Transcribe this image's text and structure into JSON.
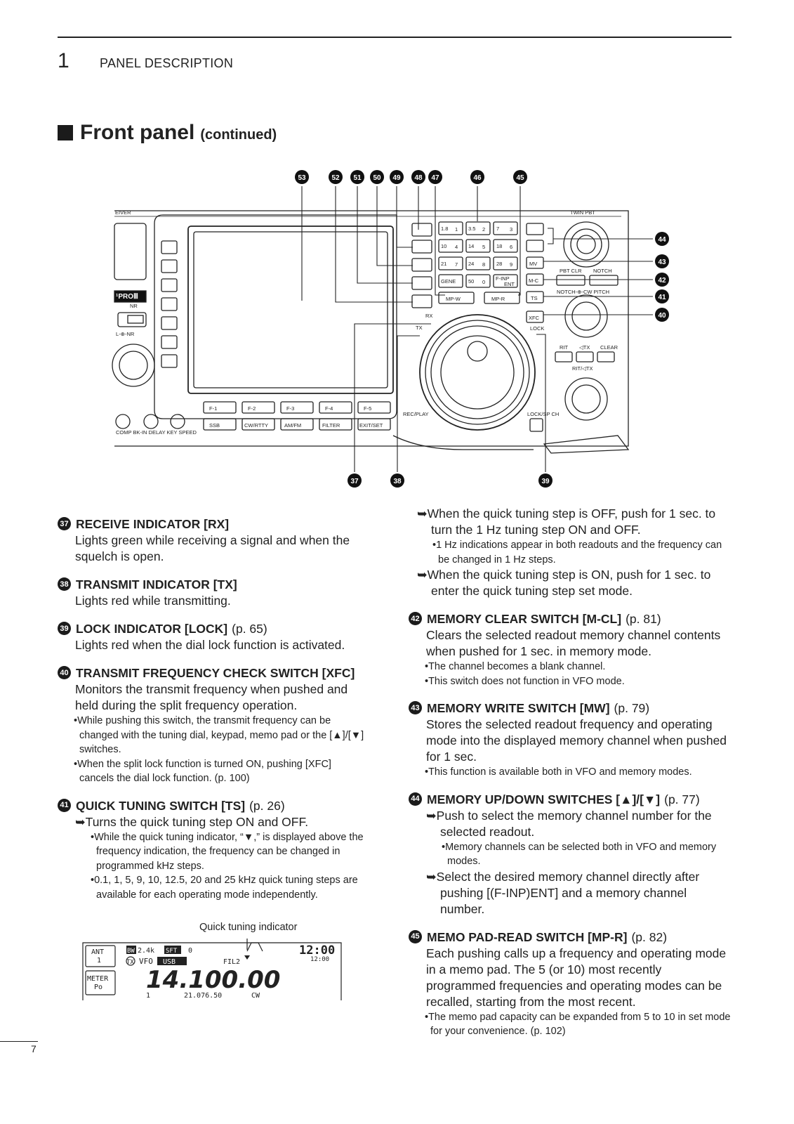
{
  "header": {
    "chapter_number": "1",
    "chapter_title": "PANEL DESCRIPTION"
  },
  "section": {
    "title": "Front panel",
    "subtitle": "(continued)"
  },
  "diagram": {
    "callouts_top": [
      "53",
      "52",
      "51",
      "50",
      "49",
      "48",
      "47",
      "46",
      "45"
    ],
    "callouts_right": [
      "44",
      "43",
      "42",
      "41",
      "40"
    ],
    "callouts_bottom": [
      "37",
      "38",
      "39"
    ],
    "labels": {
      "brand_fragment": "EIVER",
      "twin_pbt": "TWIN PBT",
      "pbt_clr": "PBT CLR",
      "notch": "NOTCH",
      "notch_cw": "NOTCH-⊕-CW PITCH",
      "lock": "LOCK",
      "rit": "RIT",
      "dtx": "◁TX",
      "clear": "CLEAR",
      "rit_dtx": "RIT/◁TX",
      "rx": "RX",
      "tx": "TX",
      "rec_play": "REC/PLAY",
      "lock_spch": "LOCK/SP CH",
      "comp_row": "COMP  BK-IN DELAY KEY SPEED",
      "nr": "NR",
      "nr_knob": "L-⊕-NR",
      "model": "¹PROⅢ",
      "mp_w": "MP-W",
      "mp_r": "MP-R",
      "mv": "MV",
      "mcl": "M-C",
      "ts": "TS",
      "xfc": "XFC",
      "fkeys": [
        "F-1",
        "F-2",
        "F-3",
        "F-4",
        "F-5"
      ],
      "modes": [
        "SSB",
        "CW/RTTY",
        "AM/FM",
        "FILTER",
        "EXIT/SET"
      ],
      "keypad": [
        "1.8",
        "1",
        "3.5",
        "2",
        "7",
        "3",
        "10",
        "4",
        "14",
        "5",
        "18",
        "6",
        "21",
        "7",
        "24",
        "8",
        "28",
        "9",
        "GENE",
        "50",
        "0",
        "F-INP",
        "ENT"
      ]
    }
  },
  "items_left": [
    {
      "num": "37",
      "title": "RECEIVE INDICATOR [RX]",
      "body": "Lights green while receiving a signal and when the squelch is open."
    },
    {
      "num": "38",
      "title": "TRANSMIT INDICATOR [TX]",
      "body": "Lights red while transmitting."
    },
    {
      "num": "39",
      "title": "LOCK INDICATOR [LOCK]",
      "page": "(p. 65)",
      "body": "Lights red when the dial lock function is activated."
    },
    {
      "num": "40",
      "title": "TRANSMIT FREQUENCY CHECK SWITCH [XFC]",
      "body": "Monitors the transmit frequency when pushed and held during the split frequency operation.",
      "bullets": [
        "•While pushing this switch, the transmit frequency can be changed with the tuning dial, keypad, memo pad or the [▲]/[▼] switches.",
        "•When the split lock function is turned ON, pushing [XFC] cancels the dial lock function. (p. 100)"
      ]
    },
    {
      "num": "41",
      "title": "QUICK TUNING SWITCH [TS]",
      "page": "(p. 26)",
      "arrow": "➥Turns the quick tuning step ON and OFF.",
      "bullets": [
        "•While the quick tuning indicator, “▼,” is displayed above the frequency indication, the frequency can be changed in programmed kHz steps.",
        "•0.1, 1, 5, 9, 10, 12.5, 20 and 25 kHz quick tuning steps are available for each operating mode independently."
      ]
    }
  ],
  "quick_tuning": {
    "label": "Quick tuning indicator",
    "ant": "ANT",
    "ant_num": "1",
    "meter": "METER",
    "meter_val": "Po",
    "bw": "BW",
    "bw_val": "2.4k",
    "sft": "SFT",
    "sft_val": "0",
    "time": "12:00",
    "time_small": "12:00",
    "tx": "TX",
    "vfo": "VFO",
    "mode": "USB",
    "fil": "FIL2",
    "freq": "14.100.00",
    "mem": "1",
    "sub_freq": "21.076.50",
    "sub_mode": "CW"
  },
  "items_right": [
    {
      "arrow1": "➥When the quick tuning step is OFF, push for 1 sec. to turn the 1 Hz tuning step ON and OFF.",
      "bullet1": "•1 Hz indications appear in both readouts and the frequency can be changed in 1 Hz steps.",
      "arrow2": "➥When the quick tuning step is ON, push for 1 sec. to enter the quick tuning step set mode."
    },
    {
      "num": "42",
      "title": "MEMORY CLEAR SWITCH [M-CL]",
      "page": "(p. 81)",
      "body": "Clears the selected readout memory channel contents when pushed for 1 sec. in memory mode.",
      "bullets": [
        "•The channel becomes a blank channel.",
        "•This switch does not function in VFO mode."
      ]
    },
    {
      "num": "43",
      "title": "MEMORY WRITE SWITCH [MW]",
      "page": "(p. 79)",
      "body": "Stores the selected readout frequency and operating mode into the displayed memory channel when pushed for 1 sec.",
      "bullets": [
        "•This function is available both in VFO and memory modes."
      ]
    },
    {
      "num": "44",
      "title": "MEMORY UP/DOWN SWITCHES [▲]/[▼]",
      "page": "(p. 77)",
      "arrow1": "➥Push to select the memory channel number for the selected readout.",
      "bullet1": "•Memory channels can be selected both in VFO and memory modes.",
      "arrow2": "➥Select the desired memory channel directly after pushing [(F-INP)ENT] and a memory channel number."
    },
    {
      "num": "45",
      "title": "MEMO PAD-READ SWITCH [MP-R]",
      "page": "(p. 82)",
      "body": "Each pushing calls up a frequency and operating mode in a memo pad. The 5 (or 10) most recently programmed frequencies and operating modes can be recalled, starting from the most recent.",
      "bullets": [
        "•The memo pad capacity can be expanded from 5 to 10 in set mode for your convenience. (p. 102)"
      ]
    }
  ],
  "footer": {
    "page_number": "7"
  }
}
